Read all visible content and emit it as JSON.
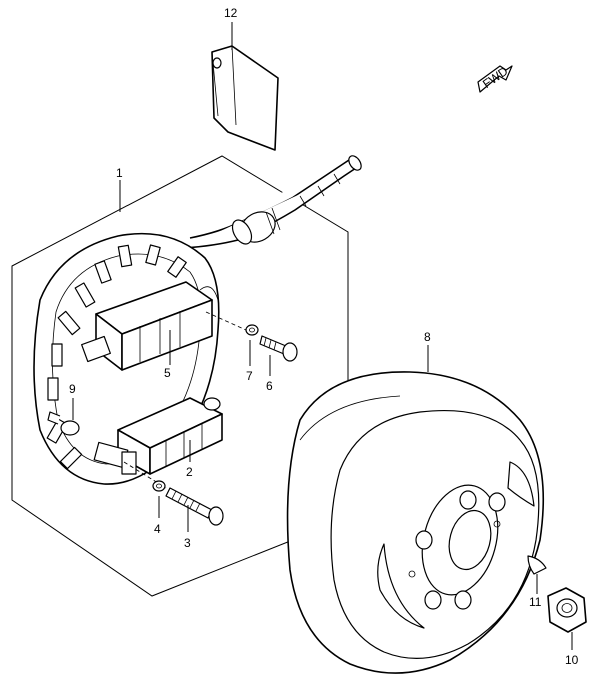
{
  "fwd_badge": "FWD",
  "callouts": [
    {
      "id": "c1",
      "text": "1"
    },
    {
      "id": "c2",
      "text": "2"
    },
    {
      "id": "c3",
      "text": "3"
    },
    {
      "id": "c4",
      "text": "4"
    },
    {
      "id": "c5",
      "text": "5"
    },
    {
      "id": "c6",
      "text": "6"
    },
    {
      "id": "c7",
      "text": "7"
    },
    {
      "id": "c8",
      "text": "8"
    },
    {
      "id": "c9",
      "text": "9"
    },
    {
      "id": "c10",
      "text": "10"
    },
    {
      "id": "c11",
      "text": "11"
    },
    {
      "id": "c12",
      "text": "12"
    }
  ]
}
